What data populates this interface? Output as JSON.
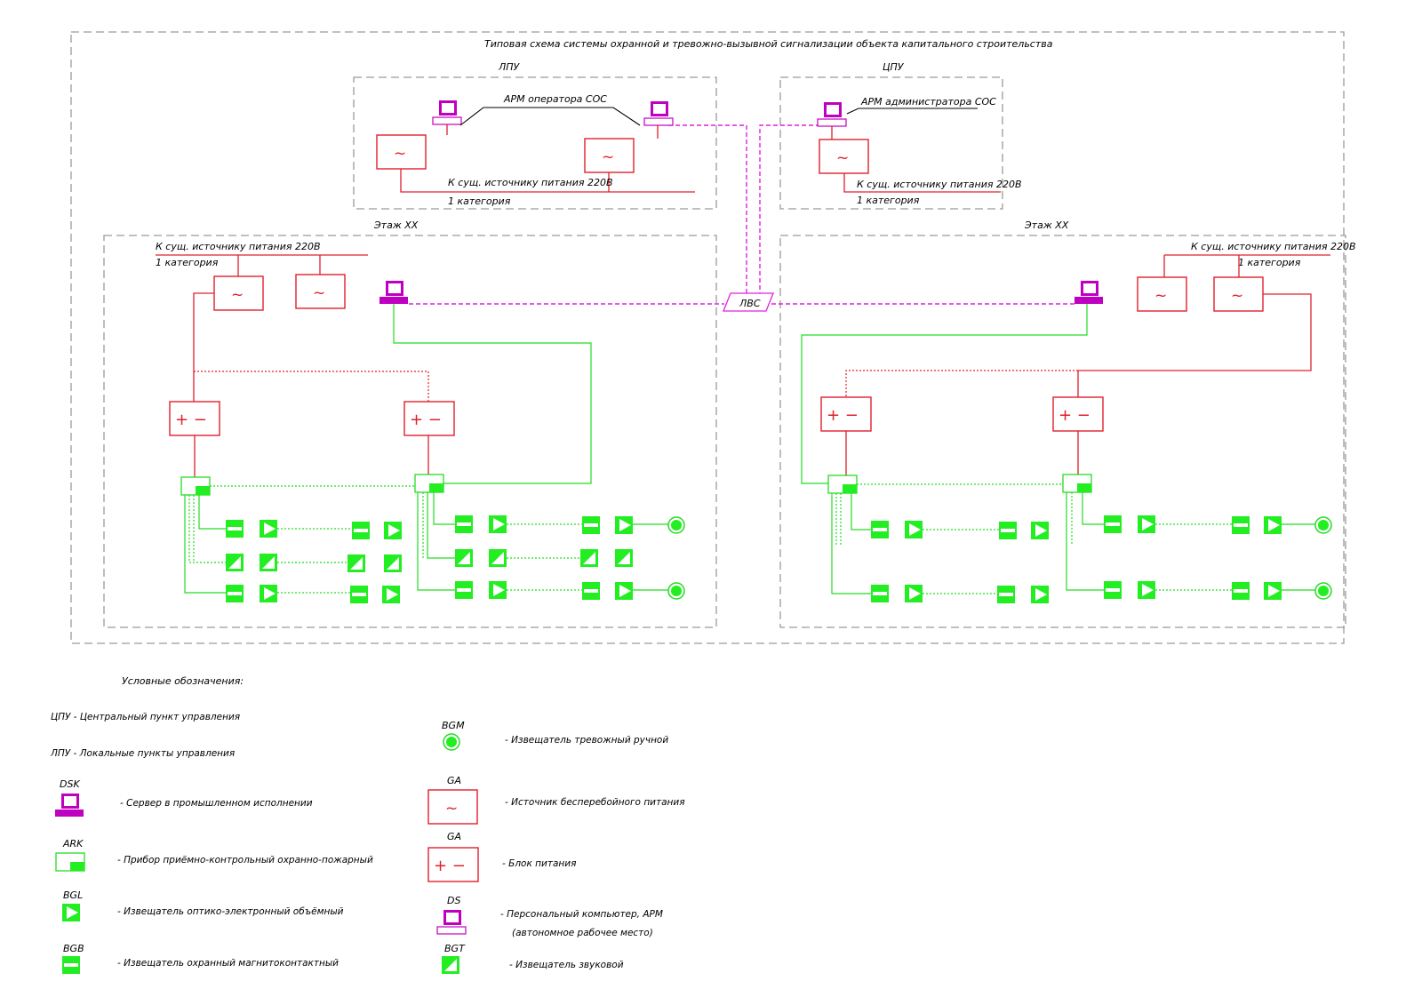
{
  "title": "Типовая схема системы охранной и тревожно-вызывной сигнализации объекта капитального строительства",
  "zones": {
    "lpu": "ЛПУ",
    "cpu": "ЦПУ",
    "floor_left": "Этаж XX",
    "floor_right": "Этаж XX",
    "lan": "ЛВС"
  },
  "labels": {
    "arm_operator": "АРМ оператора СОС",
    "arm_admin": "АРМ администратора СОС",
    "power_source": "К сущ. источнику питания 220В",
    "category": "1 категория"
  },
  "legend": {
    "heading": "Условные обозначения:",
    "cpu_text": "ЦПУ - Центральный пункт управления",
    "lpu_text": "ЛПУ - Локальные пункты управления",
    "items": [
      {
        "code": "DSK",
        "text": "- Сервер в промышленном исполнении",
        "icon": "server-icon"
      },
      {
        "code": "ARK",
        "text": "- Прибор приёмно-контрольный охранно-пожарный",
        "icon": "control-panel-icon"
      },
      {
        "code": "BGL",
        "text": "- Извещатель оптико-электронный объёмный",
        "icon": "optical-detector-icon"
      },
      {
        "code": "BGB",
        "text": "- Извещатель охранный магнитоконтактный",
        "icon": "magnetic-contact-icon"
      },
      {
        "code": "BGM",
        "text": "- Извещатель тревожный ручной",
        "icon": "manual-alarm-icon"
      },
      {
        "code": "GA",
        "text": "- Источник бесперебойного питания",
        "icon": "ups-icon"
      },
      {
        "code": "GA",
        "text": "- Блок питания",
        "icon": "power-supply-icon"
      },
      {
        "code": "DS",
        "text": "- Персональный компьютер, АРМ",
        "icon": "pc-icon"
      },
      {
        "code": "BGT",
        "text": "- Извещатель звуковой",
        "icon": "sound-detector-icon"
      }
    ],
    "pc_note": "(автономное рабочее место)"
  },
  "colors": {
    "power": "#e0202c",
    "signal": "#22dd22",
    "network": "#e020e0",
    "device_fill": "#22ee22",
    "frame": "#9a9a9a"
  }
}
